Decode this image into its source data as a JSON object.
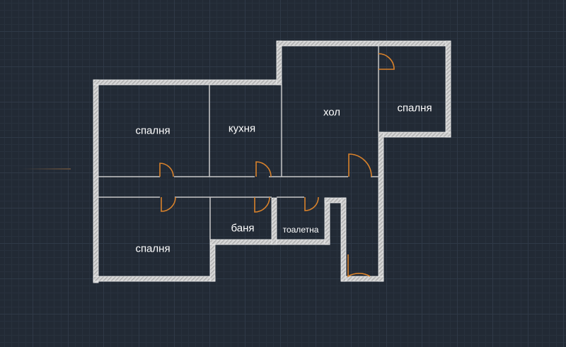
{
  "colors": {
    "background": "#222a35",
    "grid": "#2f3947",
    "wall": "#d4d4d4",
    "partition": "#c8c8c8",
    "door": "#d9822b",
    "label": "#ffffff"
  },
  "rooms": {
    "bedroom_top_left": "спалня",
    "kitchen": "кухня",
    "hall": "хол",
    "bedroom_top_right": "спалня",
    "bathroom": "баня",
    "toilet": "тоалетна",
    "bedroom_bottom_left": "спалня"
  }
}
